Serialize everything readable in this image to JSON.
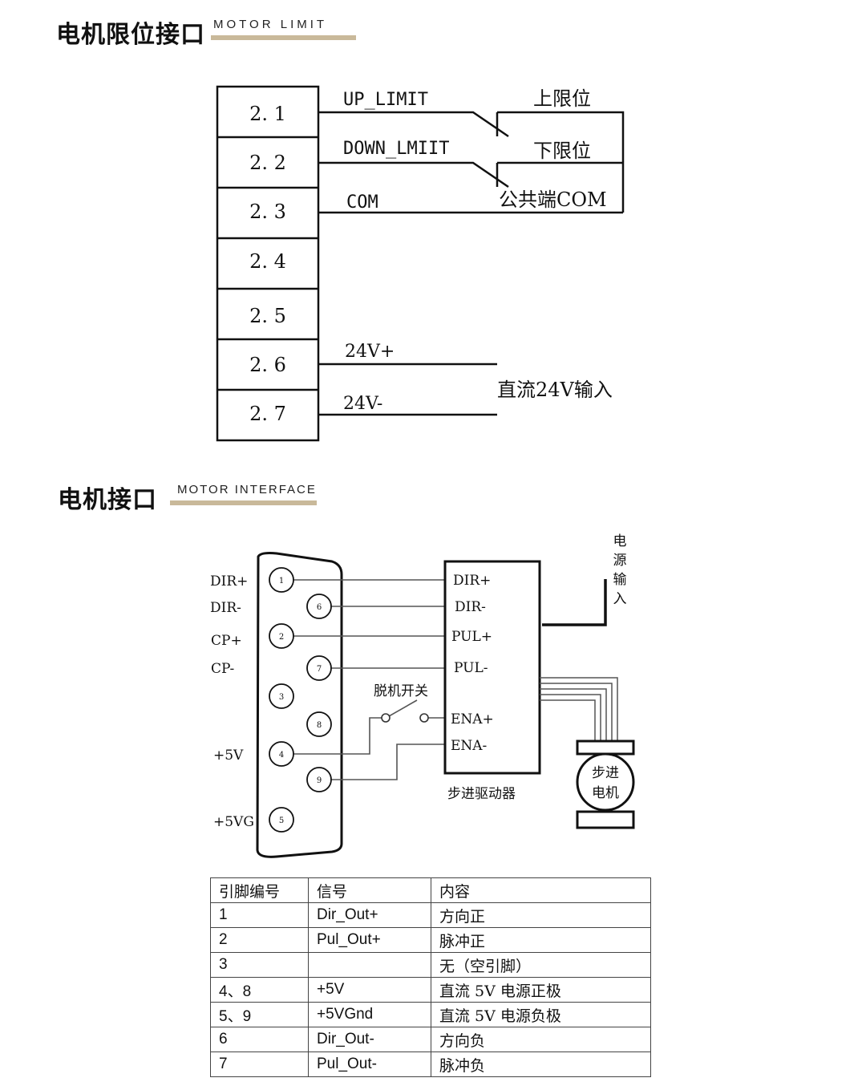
{
  "limit_section": {
    "title": "电机限位接口",
    "subtitle": "MOTOR LIMIT",
    "pins": [
      "2. 1",
      "2. 2",
      "2. 3",
      "2. 4",
      "2. 5",
      "2. 6",
      "2. 7"
    ],
    "wire_labels": {
      "up_limit": "UP_LIMIT",
      "down_limit": "DOWN_LMIIT",
      "com": "COM",
      "v24_plus": "24V+",
      "v24_minus": "24V-"
    },
    "switch_labels": {
      "upper": "上限位",
      "lower": "下限位",
      "common": "公共端COM"
    },
    "dc_input": "直流24V输入"
  },
  "interface_section": {
    "title": "电机接口",
    "subtitle": "MOTOR INTERFACE",
    "left_labels": {
      "dir_plus": "DIR+",
      "dir_minus": "DIR-",
      "cp_plus": "CP+",
      "cp_minus": "CP-",
      "v5": "+5V",
      "v5g": "+5VG"
    },
    "db9_pins": [
      "1",
      "6",
      "2",
      "7",
      "3",
      "8",
      "4",
      "9",
      "5"
    ],
    "driver_terminals": [
      "DIR+",
      "DIR-",
      "PUL+",
      "PUL-",
      "ENA+",
      "ENA-"
    ],
    "driver_name": "步进驱动器",
    "offline_switch": "脱机开关",
    "power_input": [
      "电",
      "源",
      "输",
      "入"
    ],
    "motor_label": [
      "步进",
      "电机"
    ]
  },
  "pin_table": {
    "headers": [
      "引脚编号",
      "信号",
      "内容"
    ],
    "rows": [
      [
        "1",
        "Dir_Out+",
        "方向正"
      ],
      [
        "2",
        "Pul_Out+",
        "脉冲正"
      ],
      [
        "3",
        "",
        "无（空引脚）"
      ],
      [
        "4、8",
        "+5V",
        "直流 5V 电源正极"
      ],
      [
        "5、9",
        "+5VGnd",
        "直流 5V 电源负极"
      ],
      [
        "6",
        "Dir_Out-",
        "方向负"
      ],
      [
        "7",
        "Pul_Out-",
        "脉冲负"
      ]
    ]
  }
}
